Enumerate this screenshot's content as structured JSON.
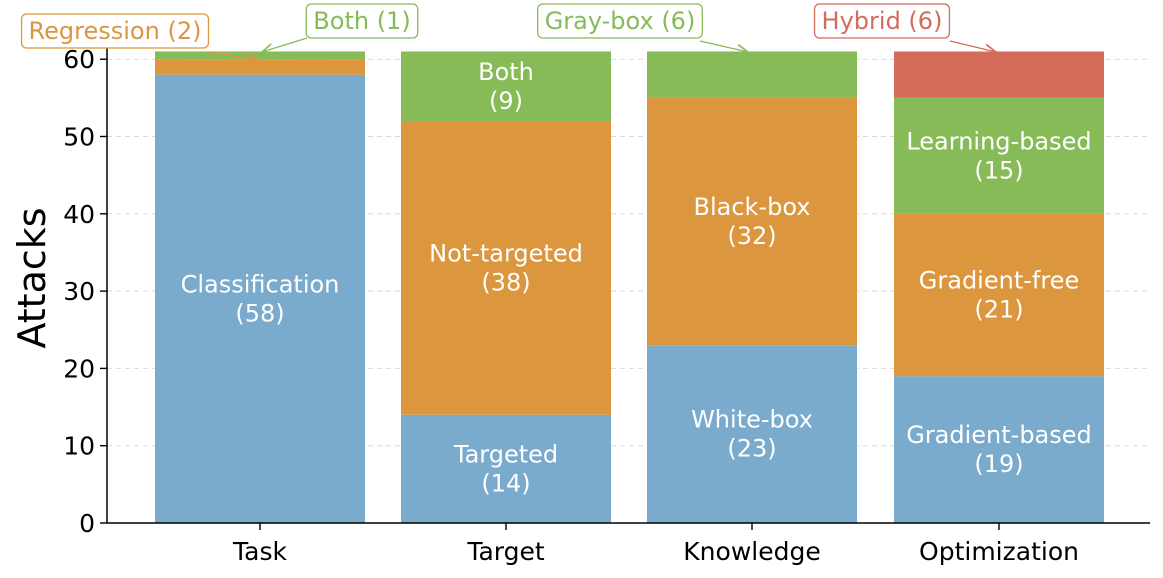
{
  "chart_data": {
    "type": "bar",
    "stacked": true,
    "ylabel": "Attacks",
    "xlabel": "",
    "ylim": [
      0,
      61
    ],
    "yticks": [
      0,
      10,
      20,
      30,
      40,
      50,
      60
    ],
    "grid": true,
    "categories": [
      "Task",
      "Target",
      "Knowledge",
      "Optimization"
    ],
    "colors": {
      "blue": "#7aabcd",
      "orange": "#db963e",
      "green": "#86bb58",
      "red": "#d46b5b"
    },
    "stacks": [
      {
        "category": "Task",
        "segments": [
          {
            "name": "Classification",
            "value": 58,
            "color": "blue",
            "label_lines": [
              "Classification",
              "(58)"
            ]
          },
          {
            "name": "Regression",
            "value": 2,
            "color": "orange",
            "label_lines": []
          },
          {
            "name": "Both",
            "value": 1,
            "color": "green",
            "label_lines": []
          }
        ]
      },
      {
        "category": "Target",
        "segments": [
          {
            "name": "Targeted",
            "value": 14,
            "color": "blue",
            "label_lines": [
              "Targeted",
              "(14)"
            ]
          },
          {
            "name": "Not-targeted",
            "value": 38,
            "color": "orange",
            "label_lines": [
              "Not-targeted",
              "(38)"
            ]
          },
          {
            "name": "Both",
            "value": 9,
            "color": "green",
            "label_lines": [
              "Both",
              "(9)"
            ]
          }
        ]
      },
      {
        "category": "Knowledge",
        "segments": [
          {
            "name": "White-box",
            "value": 23,
            "color": "blue",
            "label_lines": [
              "White-box",
              "(23)"
            ]
          },
          {
            "name": "Black-box",
            "value": 32,
            "color": "orange",
            "label_lines": [
              "Black-box",
              "(32)"
            ]
          },
          {
            "name": "Gray-box",
            "value": 6,
            "color": "green",
            "label_lines": []
          }
        ]
      },
      {
        "category": "Optimization",
        "segments": [
          {
            "name": "Gradient-based",
            "value": 19,
            "color": "blue",
            "label_lines": [
              "Gradient-based",
              "(19)"
            ]
          },
          {
            "name": "Gradient-free",
            "value": 21,
            "color": "orange",
            "label_lines": [
              "Gradient-free",
              "(21)"
            ]
          },
          {
            "name": "Learning-based",
            "value": 15,
            "color": "green",
            "label_lines": [
              "Learning-based",
              "(15)"
            ]
          },
          {
            "name": "Hybrid",
            "value": 6,
            "color": "red",
            "label_lines": []
          }
        ]
      }
    ],
    "callouts": [
      {
        "text": "Regression (2)",
        "color": "orange",
        "category": "Task",
        "target_value": 59,
        "box": "left"
      },
      {
        "text": "Both (1)",
        "color": "green",
        "category": "Task",
        "target_value": 60.5,
        "box": "right"
      },
      {
        "text": "Gray-box (6)",
        "color": "green",
        "category": "Knowledge",
        "target_value": 61,
        "box": "left"
      },
      {
        "text": "Hybrid (6)",
        "color": "red",
        "category": "Optimization",
        "target_value": 61,
        "box": "left"
      }
    ]
  }
}
